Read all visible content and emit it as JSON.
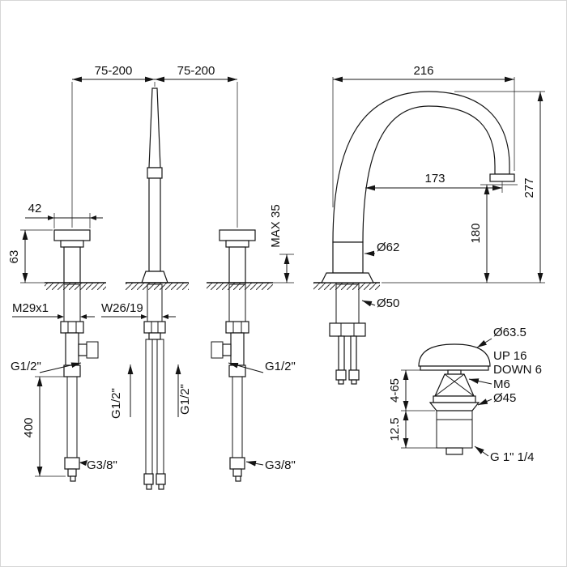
{
  "drawing": {
    "front": {
      "dim_spacing_left": "75-200",
      "dim_spacing_right": "75-200",
      "dim_handle_width": "42",
      "dim_handle_height": "63",
      "dim_max_thickness": "MAX 35",
      "thread_handle_shank": "M29x1",
      "thread_spout_shank": "W26/19",
      "port_left": "G1/2\"",
      "port_right": "G1/2\"",
      "center_hose_left": "G1/2\"",
      "center_hose_right": "G1/2\"",
      "dim_hose_length": "400",
      "hose_end_left": "G3/8\"",
      "hose_end_right": "G3/8\""
    },
    "side": {
      "dim_width": "216",
      "dim_reach": "173",
      "dim_height_total": "277",
      "dim_height_outlet": "180",
      "dia_body": "Ø62",
      "dia_base": "Ø50"
    },
    "drain": {
      "dia_cap": "Ø63.5",
      "travel_up": "UP 16",
      "travel_down": "DOWN 6",
      "screw": "M6",
      "dia_flange": "Ø45",
      "dim_clamp_range": "4-65",
      "dim_lower": "12.5",
      "thread": "G 1\" 1/4"
    }
  }
}
